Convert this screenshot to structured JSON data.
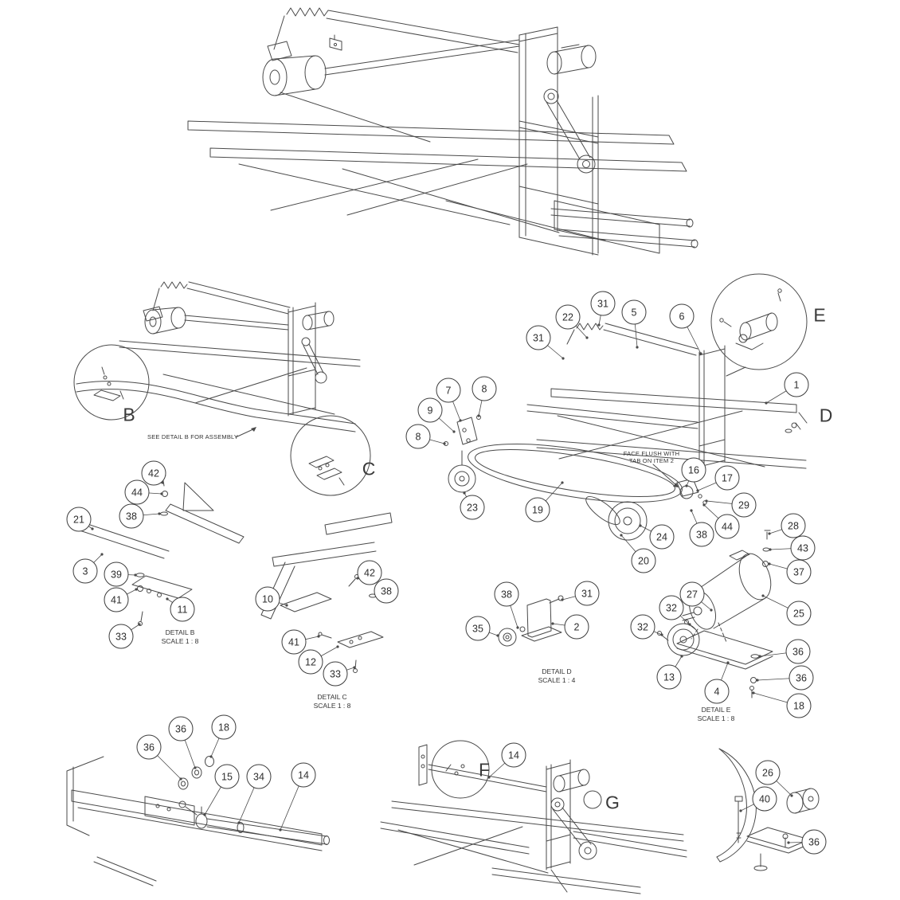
{
  "document": {
    "background": "#ffffff",
    "line_color": "#4a4a4a"
  },
  "notes": {
    "see_detail_b": "SEE DETAIL B FOR ASSEMBLY",
    "face_flush_line1": "FACE FLUSH WITH",
    "face_flush_line2": "TAB ON ITEM 2"
  },
  "details": {
    "b": {
      "title": "DETAIL B",
      "scale": "SCALE 1 : 8"
    },
    "c": {
      "title": "DETAIL C",
      "scale": "SCALE 1 : 8"
    },
    "d": {
      "title": "DETAIL D",
      "scale": "SCALE 1 : 4"
    },
    "e": {
      "title": "DETAIL E",
      "scale": "SCALE 1 : 8"
    }
  },
  "letters": {
    "b": "B",
    "c": "C",
    "d": "D",
    "e": "E",
    "f": "F",
    "g": "G"
  },
  "callouts": [
    "22",
    "31",
    "5",
    "6",
    "31",
    "1",
    "7",
    "8",
    "9",
    "8",
    "23",
    "19",
    "16",
    "17",
    "29",
    "44",
    "38",
    "24",
    "20",
    "42",
    "44",
    "38",
    "21",
    "3",
    "39",
    "41",
    "11",
    "33",
    "10",
    "42",
    "38",
    "41",
    "12",
    "33",
    "38",
    "31",
    "2",
    "35",
    "28",
    "43",
    "37",
    "27",
    "32",
    "32",
    "25",
    "36",
    "36",
    "18",
    "13",
    "4",
    "36",
    "36",
    "18",
    "15",
    "34",
    "14",
    "14",
    "26",
    "40",
    "36"
  ]
}
